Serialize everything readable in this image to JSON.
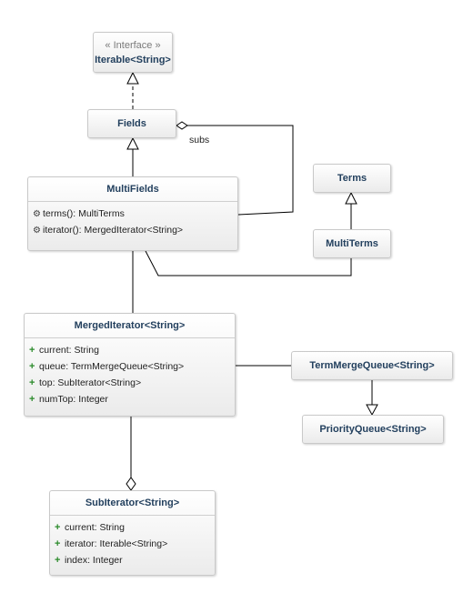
{
  "classes": {
    "iterable": {
      "stereotype": "« Interface »",
      "name": "Iterable<String>"
    },
    "fields": {
      "name": "Fields"
    },
    "multifields": {
      "name": "MultiFields",
      "ops": [
        "terms(): MultiTerms",
        "iterator(): MergedIterator<String>"
      ]
    },
    "terms": {
      "name": "Terms"
    },
    "multiterms": {
      "name": "MultiTerms"
    },
    "mergediterator": {
      "name": "MergedIterator<String>",
      "attrs": [
        "current: String",
        "queue: TermMergeQueue<String>",
        "top: SubIterator<String>",
        "numTop: Integer"
      ]
    },
    "termmergequeue": {
      "name": "TermMergeQueue<String>"
    },
    "priorityqueue": {
      "name": "PriorityQueue<String>"
    },
    "subiterator": {
      "name": "SubIterator<String>",
      "attrs": [
        "current: String",
        "iterator: Iterable<String>",
        "index: Integer"
      ]
    }
  },
  "relations": {
    "subs_label": "subs"
  }
}
